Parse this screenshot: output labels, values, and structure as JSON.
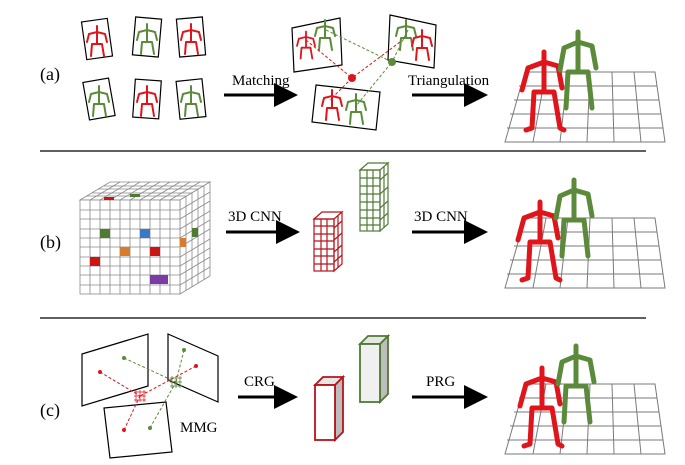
{
  "colors": {
    "red": "#e0151c",
    "green": "#5b8a3a",
    "darkred": "#b8131a",
    "darkgreen": "#4f7a32",
    "grid": "#7a7a7a"
  },
  "rows": [
    {
      "label": "(a)",
      "step1": "Matching",
      "step2": "Triangulation"
    },
    {
      "label": "(b)",
      "step1": "3D CNN",
      "step2": "3D CNN"
    },
    {
      "label": "(c)",
      "step1": "CRG",
      "step2": "PRG",
      "extra": "MMG"
    }
  ]
}
